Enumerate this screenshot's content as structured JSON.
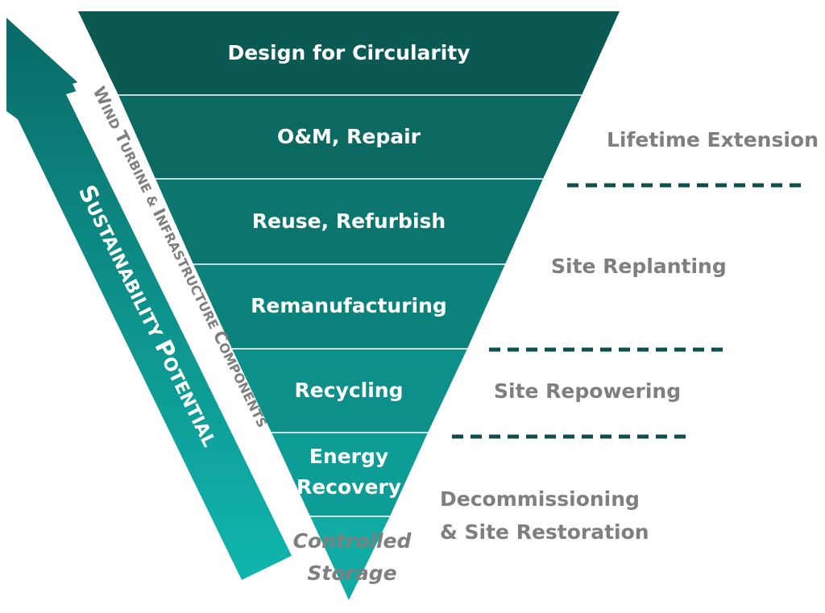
{
  "tiers": [
    {
      "label": "Design for Circularity"
    },
    {
      "label": "O&M, Repair"
    },
    {
      "label": "Reuse, Refurbish"
    },
    {
      "label": "Remanufacturing"
    },
    {
      "label": "Recycling"
    },
    {
      "label": "Energy",
      "label2": "Recovery"
    },
    {
      "label": "Controlled",
      "label2": "Storage"
    }
  ],
  "side_labels": {
    "lifetime_extension": "Lifetime Extension",
    "site_replanting": "Site Replanting",
    "site_repowering": "Site Repowering",
    "decommissioning_line1": "Decommissioning",
    "decommissioning_line2": "& Site Restoration"
  },
  "arrow": {
    "main_label_cap1": "S",
    "main_label_rest1": "USTAINABILITY ",
    "main_label_cap2": "P",
    "main_label_rest2": "OTENTIAL",
    "sub_label_cap1": "W",
    "sub_label_rest1": "IND ",
    "sub_label_cap2": "T",
    "sub_label_rest2": "URBINE & ",
    "sub_label_cap3": "I",
    "sub_label_rest3": "NFRASTRUCTURE ",
    "sub_label_cap4": "C",
    "sub_label_rest4": "OMPONENTS"
  },
  "colors": {
    "tier_top": "#0b5a53",
    "tier_bottom": "#11a9a2",
    "divider_dash": "#0d4f4c",
    "side_text": "#7f7f7f",
    "arrow_top": "#0a6d69",
    "arrow_bottom": "#0fb5ad"
  }
}
